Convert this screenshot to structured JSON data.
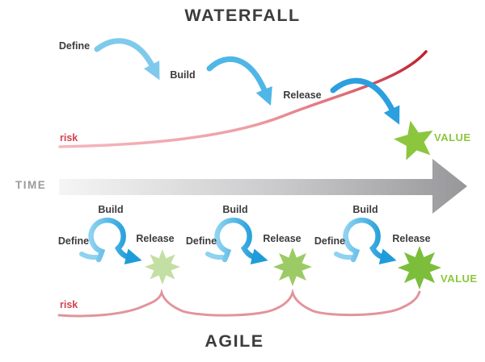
{
  "waterfall": {
    "title": "WATERFALL",
    "steps": [
      "Define",
      "Build",
      "Release"
    ],
    "risk_label": "risk",
    "value_label": "VALUE"
  },
  "timeline": {
    "label": "TIME"
  },
  "agile": {
    "title": "AGILE",
    "cycles": [
      {
        "define": "Define",
        "build": "Build",
        "release": "Release"
      },
      {
        "define": "Define",
        "build": "Build",
        "release": "Release"
      },
      {
        "define": "Define",
        "build": "Build",
        "release": "Release"
      }
    ],
    "risk_label": "risk",
    "value_label": "VALUE",
    "star_colors": [
      "#c3dfa3",
      "#9ccb66",
      "#7cbe3c"
    ]
  },
  "colors": {
    "title_text": "#3c3c3e",
    "step_text": "#3c3c3e",
    "risk_text": "#d4424e",
    "value_text": "#8cc63e",
    "time_text": "#9a9a9d",
    "waterfall_star": "#8cc63e",
    "arrow_blue_light": "#7fcaec",
    "arrow_blue_medium": "#4fb6e7",
    "arrow_blue_dark": "#2b9fdf",
    "loop_arrow_end": "#1e9cd9",
    "risk_curve_start": "#f5b7bc",
    "risk_curve_end": "#bc1f2c",
    "agile_risk_curve": "#e2949c",
    "time_arrow_start": "#f5f5f5",
    "time_arrow_end": "#97979a"
  },
  "icons": {
    "curved_arrow": "tapered curved blue arrow",
    "loop_arrow": "blue loop-the-loop iteration arrow",
    "star5": "5-point green star",
    "star8": "8-point green starburst",
    "time_arrow": "gray gradient right arrow"
  }
}
